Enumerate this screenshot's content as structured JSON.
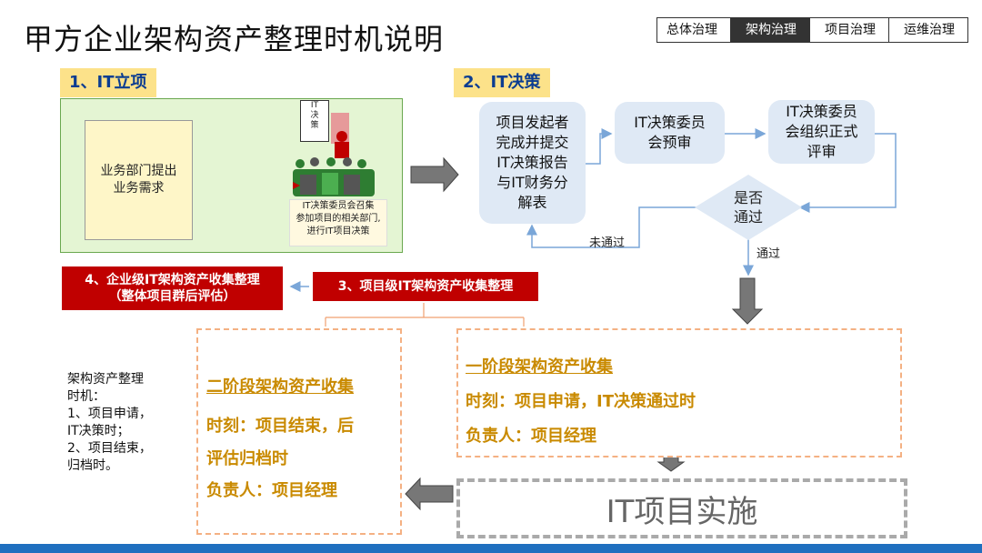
{
  "header": {
    "title": "甲方企业架构资产整理时机说明",
    "tabs": [
      {
        "label": "总体治理",
        "active": false
      },
      {
        "label": "架构治理",
        "active": true
      },
      {
        "label": "项目治理",
        "active": false
      },
      {
        "label": "运维治理",
        "active": false
      }
    ]
  },
  "step1": {
    "label": "1、IT立项",
    "business_box": "业务部门提出\n业务需求",
    "sign_text": "IT决策",
    "caption": "IT决策委员会召集\n参加项目的相关部门,\n进行IT项目决策"
  },
  "step2": {
    "label": "2、IT决策",
    "submit_box": "项目发起者\n完成并提交\nIT决策报告\n与IT财务分\n解表",
    "prereview_box": "IT决策委员\n会预审",
    "formal_box": "IT决策委员\n会组织正式\n评审",
    "decision": "是否\n通过",
    "fail_label": "未通过",
    "pass_label": "通过"
  },
  "step3": {
    "label": "3、项目级IT架构资产收集整理"
  },
  "step4": {
    "label": "4、企业级IT架构资产收集整理\n（整体项目群后评估）"
  },
  "stage2": {
    "title": "二阶段架构资产收集",
    "time": "时刻：项目结束，后\n评估归档时",
    "owner": "负责人：项目经理"
  },
  "stage1": {
    "title": "一阶段架构资产收集",
    "time": "时刻：项目申请，IT决策通过时",
    "owner": "负责人：项目经理"
  },
  "implementation": "IT项目实施",
  "note": "架构资产整理\n时机：\n1、项目申请，\nIT决策时；\n2、项目结束，\n归档时。",
  "colors": {
    "accent_red": "#c00000",
    "label_yellow": "#fce28a",
    "box_blue": "#dfe9f5",
    "stage_orange": "#c98a00",
    "bottom_bar": "#1f6fbf"
  }
}
